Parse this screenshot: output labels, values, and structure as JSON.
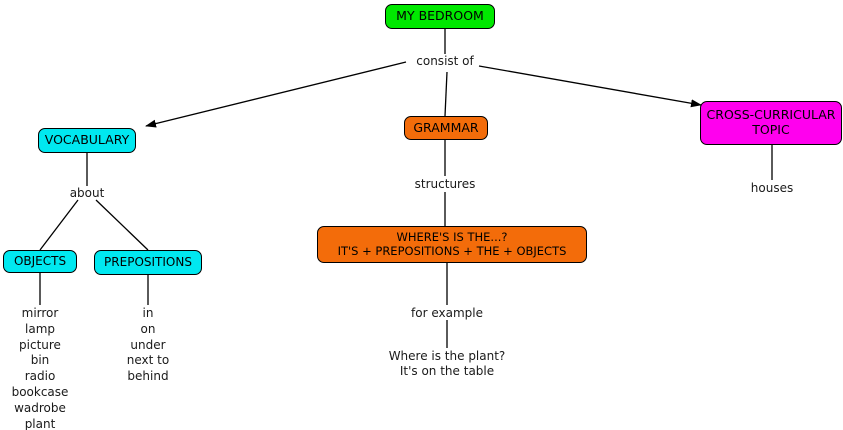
{
  "map": {
    "title": "MY BEDROOM concept map",
    "colors": {
      "root": "#00e800",
      "vocabulary": "#00e8f0",
      "grammar": "#f36c0a",
      "cross_curricular": "#ff00ee",
      "line": "#000000",
      "text": "#1a1a1a"
    },
    "nodes": {
      "root": "MY BEDROOM",
      "vocabulary": "VOCABULARY",
      "grammar": "GRAMMAR",
      "cross_curricular_line1": "CROSS-CURRICULAR",
      "cross_curricular_line2": "TOPIC",
      "objects": "OBJECTS",
      "prepositions": "PREPOSITIONS",
      "structure_line1": "WHERE'S IS THE...?",
      "structure_line2": "IT'S + PREPOSITIONS + THE + OBJECTS"
    },
    "linking_phrases": {
      "consist_of": "consist of",
      "about": "about",
      "structures": "structures",
      "for_example": "for example"
    },
    "leaves": {
      "houses": "houses",
      "objects_list": [
        "mirror",
        "lamp",
        "picture",
        "bin",
        "radio",
        "bookcase",
        "wadrobe",
        "plant"
      ],
      "prepositions_list": [
        "in",
        "on",
        "under",
        "next to",
        "behind"
      ],
      "example_line1": "Where is the plant?",
      "example_line2": "It's on the table"
    }
  }
}
